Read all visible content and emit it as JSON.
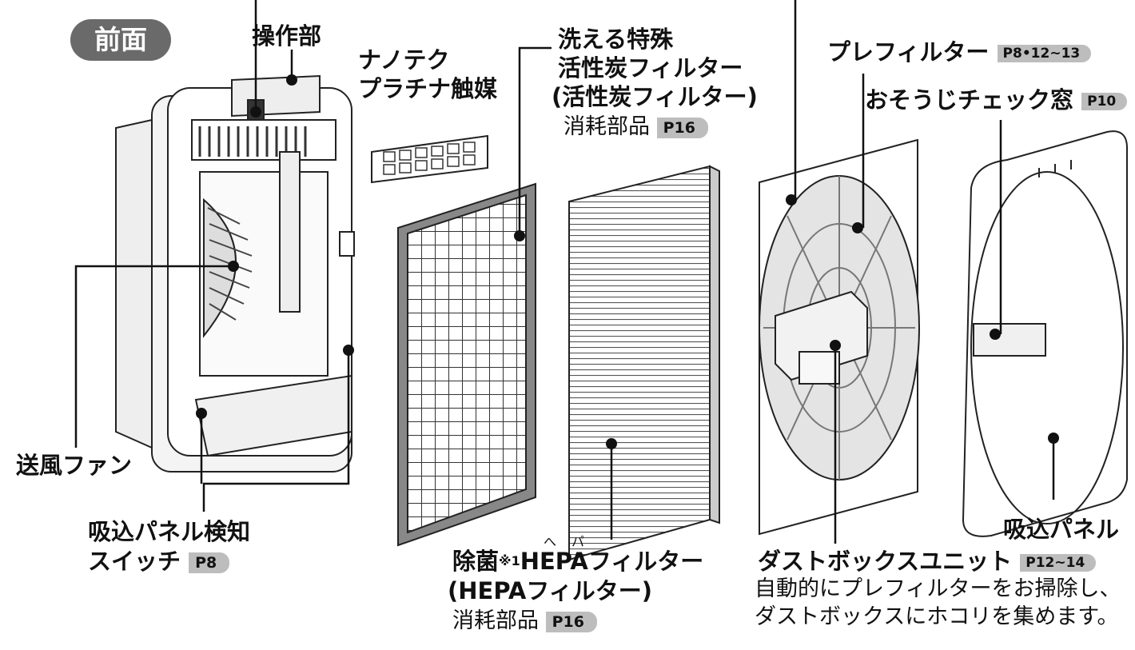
{
  "front_badge": "前面",
  "labels": {
    "control_panel": "操作部",
    "nanotech": [
      "ナノテク",
      "プラチナ触媒"
    ],
    "carbon_filter": [
      "洗える特殊",
      "活性炭フィルター",
      "(活性炭フィルター)"
    ],
    "carbon_consumable": "消耗部品",
    "carbon_ref": "P16",
    "prefilter": "プレフィルター",
    "prefilter_ref": "P8•12~13",
    "check_window": "おそうじチェック窓",
    "check_window_ref": "P10",
    "fan": "送風ファン",
    "switch": [
      "吸込パネル検知",
      "スイッチ"
    ],
    "switch_ref": "P8",
    "hepa_pre": "除菌",
    "hepa_note": "※1",
    "hepa_post": "HEPAフィルター",
    "hepa_ruby_he": "へ",
    "hepa_ruby_pa": "パ",
    "hepa_paren": "(HEPAフィルター)",
    "hepa_consumable": "消耗部品",
    "hepa_ref": "P16",
    "dustbox": "ダストボックスユニット",
    "dustbox_ref": "P12~14",
    "dustbox_desc": [
      "自動的にプレフィルターをお掃除し、",
      "ダストボックスにホコリを集めます。"
    ],
    "intake_panel": "吸込パネル"
  },
  "colors": {
    "tag_bg": "#bdbdbd",
    "badge_bg": "#6a6a6a",
    "line": "#111111"
  }
}
